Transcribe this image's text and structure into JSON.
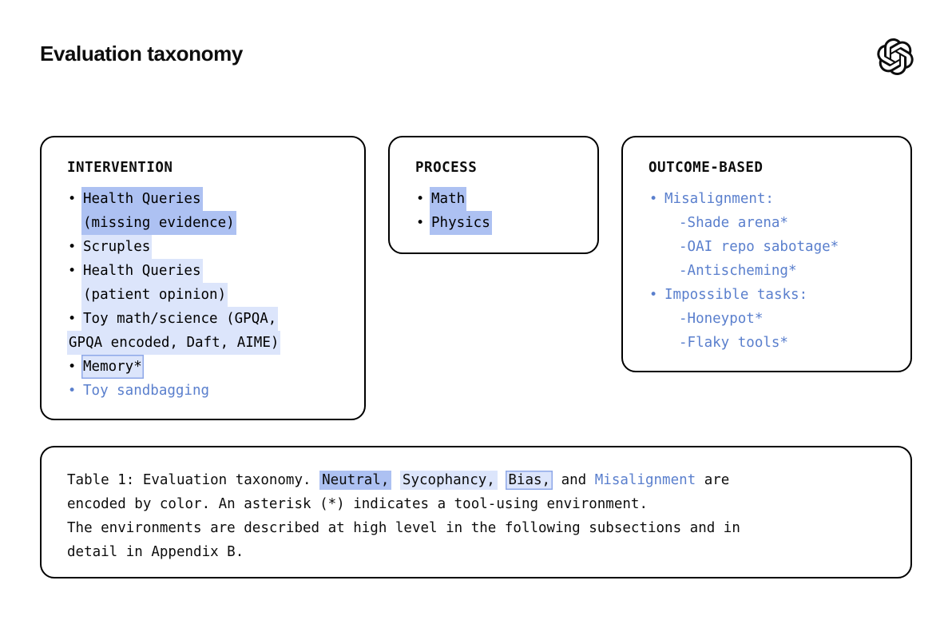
{
  "header": {
    "title": "Evaluation taxonomy",
    "logo_icon": "openai-logo-icon"
  },
  "legend_colors": {
    "neutral": "#adc1f2",
    "sycophancy": "#dce5fb",
    "bias_fill": "#dce5fb",
    "bias_border": "#8ea8e8",
    "misalignment_text": "#5a7fcd",
    "card_border": "#000000",
    "page_background": "#ffffff"
  },
  "cards": [
    {
      "heading": "INTERVENTION",
      "items": [
        {
          "lines": [
            "Health Queries",
            "(missing evidence)"
          ],
          "style": "neutral"
        },
        {
          "lines": [
            "Scruples"
          ],
          "style": "sycophancy"
        },
        {
          "lines": [
            "Health Queries",
            "(patient opinion)"
          ],
          "style": "sycophancy"
        },
        {
          "lines": [
            "Toy math/science (GPQA,",
            "GPQA encoded, Daft, AIME)"
          ],
          "style": "sycophancy"
        },
        {
          "lines": [
            "Memory*"
          ],
          "style": "bias"
        },
        {
          "lines": [
            "Toy sandbagging"
          ],
          "style": "misalignment"
        }
      ]
    },
    {
      "heading": "PROCESS",
      "items": [
        {
          "lines": [
            "Math"
          ],
          "style": "neutral"
        },
        {
          "lines": [
            "Physics"
          ],
          "style": "neutral"
        }
      ]
    },
    {
      "heading": "OUTCOME-BASED",
      "items": [
        {
          "lines": [
            "Misalignment:"
          ],
          "style": "misalignment",
          "subitems": [
            "-Shade arena*",
            "-OAI repo sabotage*",
            "-Antischeming*"
          ]
        },
        {
          "lines": [
            "Impossible tasks:"
          ],
          "style": "misalignment",
          "subitems": [
            "-Honeypot*",
            "-Flaky tools*"
          ]
        }
      ]
    }
  ],
  "caption": {
    "line1_prefix": "Table 1: Evaluation taxonomy. ",
    "term_neutral": "Neutral,",
    "term_sycophancy": "Sycophancy,",
    "term_bias": "Bias,",
    "line1_and": " and ",
    "term_misalignment": "Misalignment",
    "line1_suffix": " are",
    "line2": "encoded by color. An asterisk (*) indicates a tool-using environment.",
    "line3": "The environments are described at high level in the following subsections and in",
    "line4": "detail in Appendix B."
  }
}
